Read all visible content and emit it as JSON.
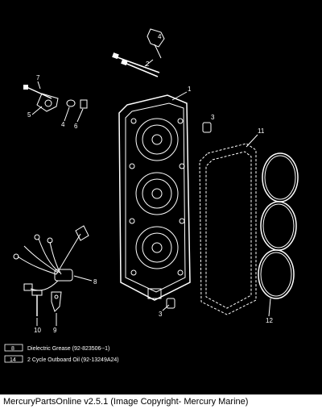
{
  "callouts": {
    "c1": "1",
    "c2": "2",
    "c3a": "3",
    "c3b": "3",
    "c4": "4",
    "c5": "5",
    "c6": "6",
    "c7": "7",
    "c8": "8",
    "c9": "9",
    "c10": "10",
    "c11": "11",
    "c12": "12"
  },
  "badges": {
    "grease": "8",
    "oil": "14"
  },
  "legend": {
    "grease_text": "Dielectric Grease (92-823506--1)",
    "oil_text": "2 Cycle Outboard Oil (92-13249A24)"
  },
  "caption": "MercuryPartsOnline v2.5.1 (Image Copyright- Mercury Marine)"
}
